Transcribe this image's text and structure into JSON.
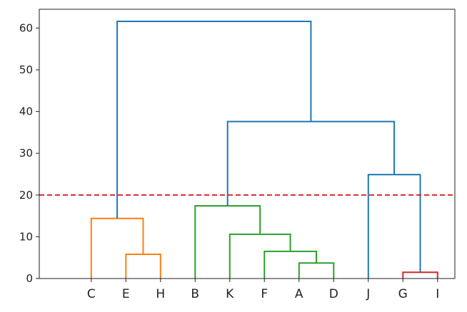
{
  "chart_data": {
    "type": "dendrogram",
    "leaves": [
      "C",
      "E",
      "H",
      "B",
      "K",
      "F",
      "A",
      "D",
      "J",
      "G",
      "I"
    ],
    "ylim": [
      0,
      64.5
    ],
    "yticks": [
      0,
      10,
      20,
      30,
      40,
      50,
      60
    ],
    "ytick_labels": [
      "0",
      "10",
      "20",
      "30",
      "40",
      "50",
      "60"
    ],
    "cut_line": {
      "y": 20,
      "style": "dashed",
      "color": "#d62728"
    },
    "links": [
      {
        "x": [
          2.5,
          2.5,
          3.5,
          3.5
        ],
        "y": [
          0,
          5.8,
          5.8,
          0
        ],
        "color": "#ff7f0e"
      },
      {
        "x": [
          1.5,
          1.5,
          3.0,
          3.0
        ],
        "y": [
          0,
          14.4,
          14.4,
          5.8
        ],
        "color": "#ff7f0e"
      },
      {
        "x": [
          7.5,
          7.5,
          8.5,
          8.5
        ],
        "y": [
          0,
          3.7,
          3.7,
          0
        ],
        "color": "#2ca02c"
      },
      {
        "x": [
          6.5,
          6.5,
          8.0,
          8.0
        ],
        "y": [
          0,
          6.5,
          6.5,
          3.7
        ],
        "color": "#2ca02c"
      },
      {
        "x": [
          5.5,
          5.5,
          7.25,
          7.25
        ],
        "y": [
          0,
          10.6,
          10.6,
          6.5
        ],
        "color": "#2ca02c"
      },
      {
        "x": [
          4.5,
          4.5,
          6.375,
          6.375
        ],
        "y": [
          0,
          17.4,
          17.4,
          10.6
        ],
        "color": "#2ca02c"
      },
      {
        "x": [
          10.5,
          10.5,
          11.5,
          11.5
        ],
        "y": [
          0,
          1.5,
          1.5,
          0
        ],
        "color": "#d62728"
      },
      {
        "x": [
          9.5,
          9.5,
          11.0,
          11.0
        ],
        "y": [
          0,
          24.9,
          24.9,
          1.5
        ],
        "color": "#1f77b4"
      },
      {
        "x": [
          5.4375,
          5.4375,
          10.25,
          10.25
        ],
        "y": [
          17.4,
          37.6,
          37.6,
          24.9
        ],
        "color": "#1f77b4"
      },
      {
        "x": [
          2.25,
          2.25,
          7.84375,
          7.84375
        ],
        "y": [
          14.4,
          61.6,
          61.6,
          37.6
        ],
        "color": "#1f77b4"
      }
    ]
  }
}
